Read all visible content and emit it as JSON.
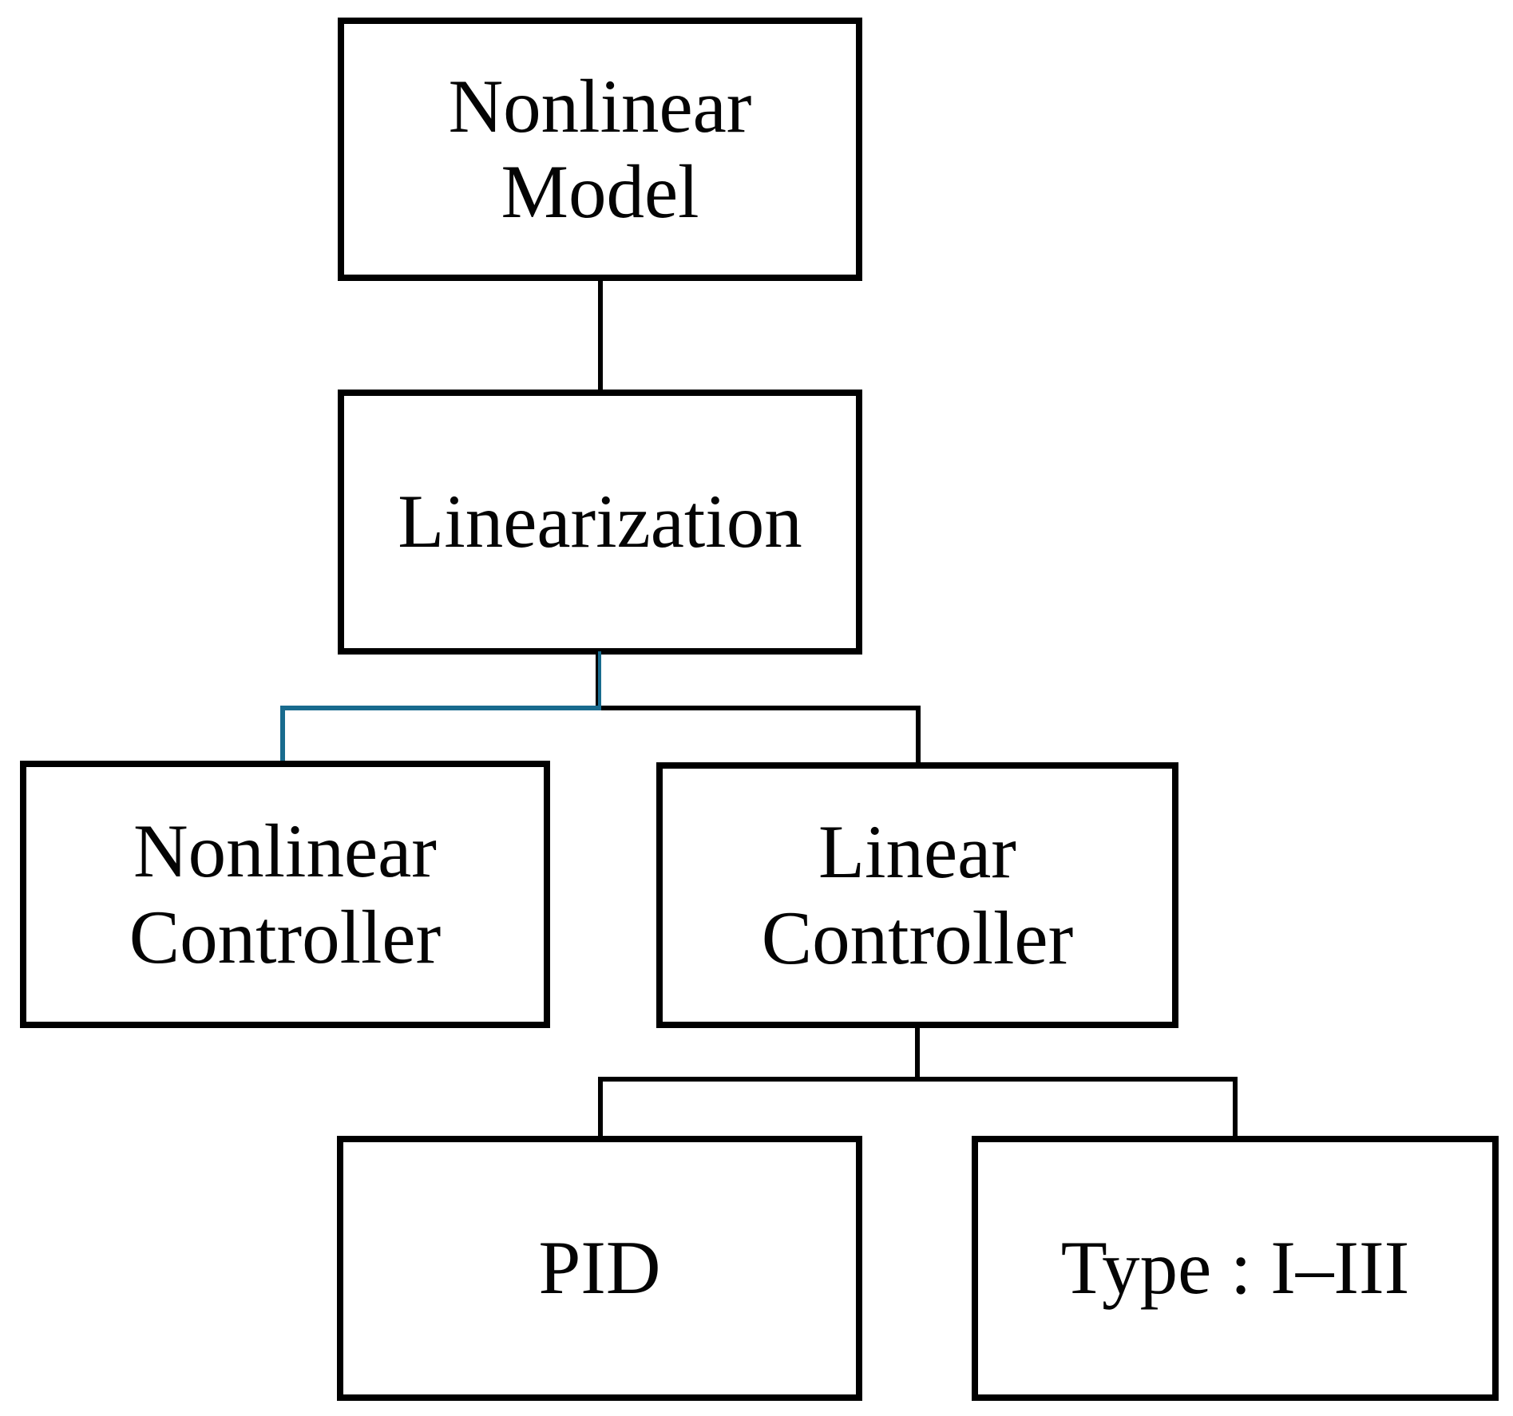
{
  "diagram": {
    "title": "Controller design hierarchy flowchart",
    "accent_color": "#186b8e",
    "line_color": "#000000",
    "background_color": "#ffffff",
    "nodes": {
      "nonlinear_model": {
        "label": "Nonlinear\nModel"
      },
      "linearization": {
        "label": "Linearization"
      },
      "nonlinear_controller": {
        "label": "Nonlinear\nController"
      },
      "linear_controller": {
        "label": "Linear\nController"
      },
      "pid": {
        "label": "PID"
      },
      "type_i_iii": {
        "label": "Type : I–III"
      }
    },
    "edges": [
      {
        "from": "nonlinear_model",
        "to": "linearization",
        "color": "#000000"
      },
      {
        "from": "linearization",
        "to": "nonlinear_controller",
        "color": "#186b8e"
      },
      {
        "from": "linearization",
        "to": "linear_controller",
        "color": "#000000"
      },
      {
        "from": "linear_controller",
        "to": "pid",
        "color": "#000000"
      },
      {
        "from": "linear_controller",
        "to": "type_i_iii",
        "color": "#000000"
      }
    ]
  }
}
